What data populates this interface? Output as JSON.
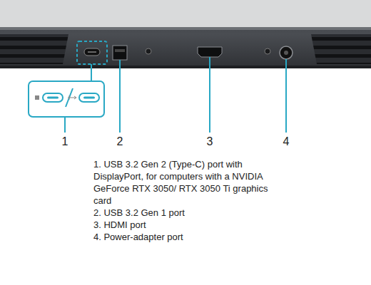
{
  "diagram": {
    "labels": [
      "1",
      "2",
      "3",
      "4",
      "1. USB 3.2 Gen 2 (Type-C) port with DisplayPort, for computers with a NVIDIA GeForce RTX 3050/ RTX 3050 Ti graphics card",
      "2. USB 3.2 Gen 1 port",
      "3. HDMI port",
      "4. Power-adapter port"
    ]
  }
}
